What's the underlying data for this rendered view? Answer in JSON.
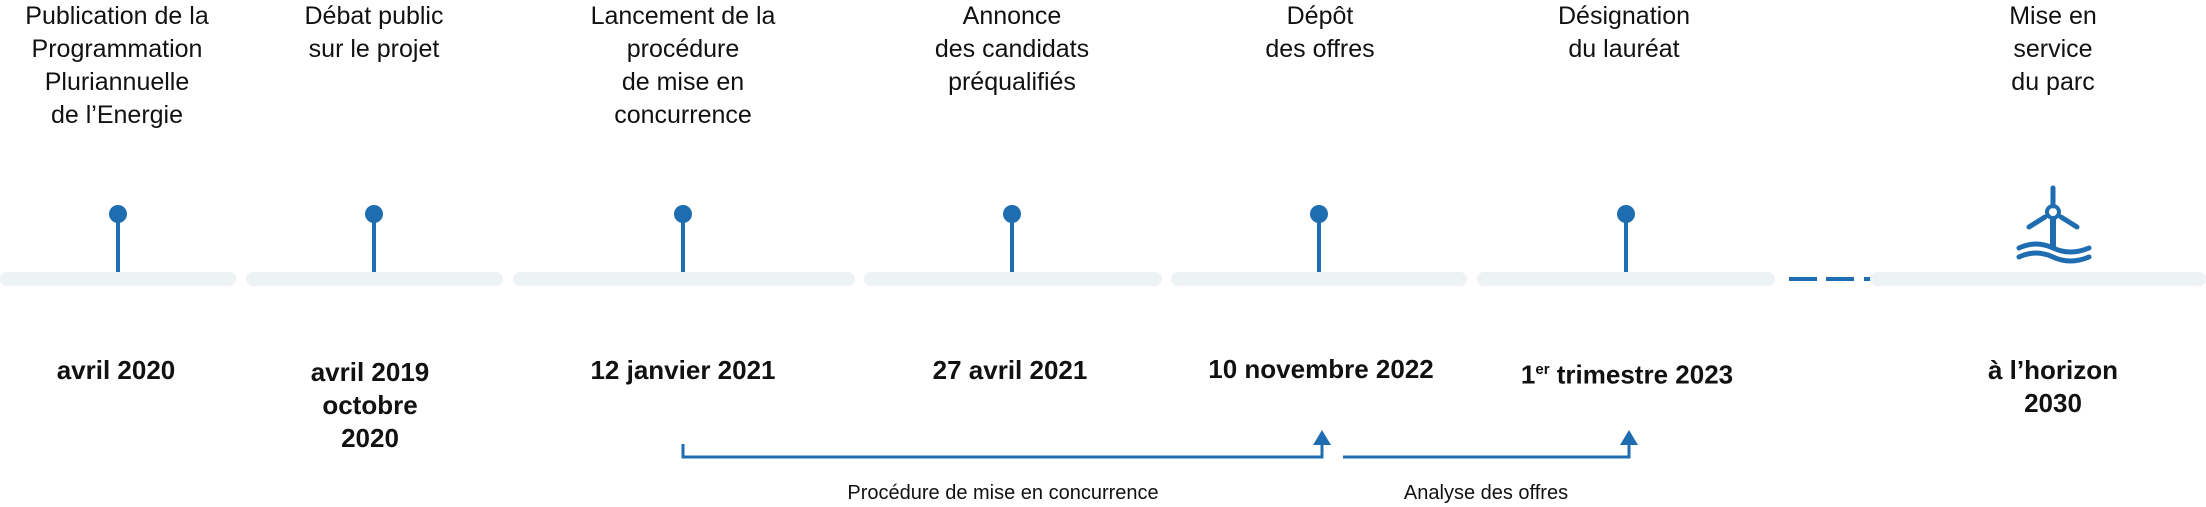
{
  "milestones": [
    {
      "label": "Publication de la\nProgrammation\nPluriannuelle\nde l’Energie",
      "date": "avril 2020"
    },
    {
      "label": "Débat public\nsur le projet",
      "date": "avril 2019\noctobre\n2020"
    },
    {
      "label": "Lancement de la\nprocédure\nde mise en\nconcurrence",
      "date": "12 janvier 2021"
    },
    {
      "label": "Annonce\ndes candidats\npréqualifiés",
      "date": "27 avril 2021"
    },
    {
      "label": "Dépôt\ndes offres",
      "date": "10 novembre 2022"
    },
    {
      "label": "Désignation\ndu lauréat",
      "date_prefix": "1",
      "date_sup": "er",
      "date": " trimestre 2023"
    },
    {
      "label": "Mise en\nservice\ndu parc",
      "date": "à l’horizon\n2030",
      "icon": "wind-turbine-icon"
    }
  ],
  "brackets": [
    {
      "label": "Procédure de mise en concurrence"
    },
    {
      "label": "Analyse des offres"
    }
  ],
  "colors": {
    "accent": "#1e6db0",
    "track": "#edf2f4",
    "text": "#111111"
  }
}
